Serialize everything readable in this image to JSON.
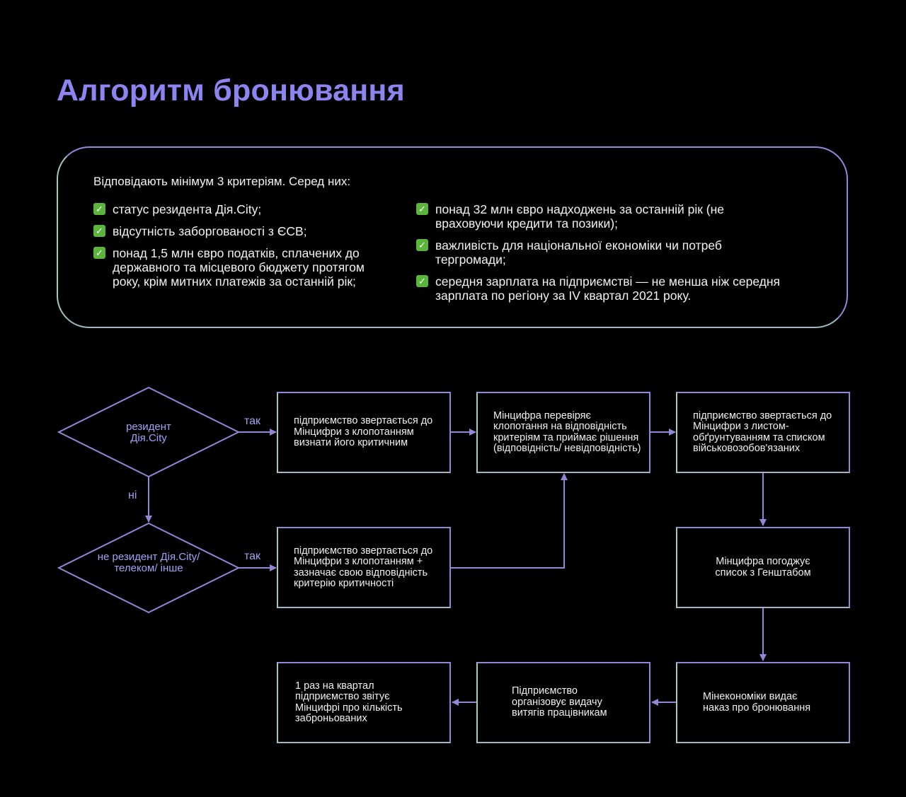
{
  "title": "Алгоритм бронювання",
  "criteria": {
    "intro": "Відповідають мінімум 3 критеріям. Серед них:",
    "left": [
      "статус резидента Дія.City;",
      "відсутність заборгованості з ЄСВ;",
      "понад 1,5 млн євро податків, сплачених до державного  та місцевого бюджету протягом року, крім митних платежів за останній рік;"
    ],
    "right": [
      "понад 32 млн євро надходжень за останній рік (не враховуючи кредити та позики);",
      "важливість для національної економіки чи потреб тергромади;",
      "середня зарплата на підприємстві — не менша ніж середня зарплата по регіону за IV квартал 2021 року."
    ],
    "check_icon": "check-mark-icon",
    "check_color": "#5ab53a"
  },
  "flow": {
    "diamond1": "резидент Дія.City",
    "diamond2": "не резидент Дія.City/телеком/ інше",
    "yes1": "так",
    "yes2": "так",
    "no": "ні",
    "box1": "підприємство звертається до Мінцифри з клопотанням визнати його критичним",
    "box2": "Мінцифра перевіряє клопотання на відповідність критеріям та приймає рішення (відповідність/ невідповідність)",
    "box3": "підприємство звертається до Мінцифри з листом-обґрунтуванням та списком військовозобов'язаних",
    "box4": "підприємство звертається до Мінцифри з клопотанням + зазначає свою відповідність критерію критичності",
    "box5": "Мінцифра погоджує список з Генштабом",
    "box6": "Мінекономіки видає наказ про бронювання",
    "box7": "Підприємство організовує видачу витягів працівникам",
    "box8": "1 раз на квартал підприємство звітує Мінцифрі про кількість заброньованих"
  },
  "colors": {
    "accent": "#8c85f0",
    "line": "#8e88d6",
    "background": "#000000"
  }
}
